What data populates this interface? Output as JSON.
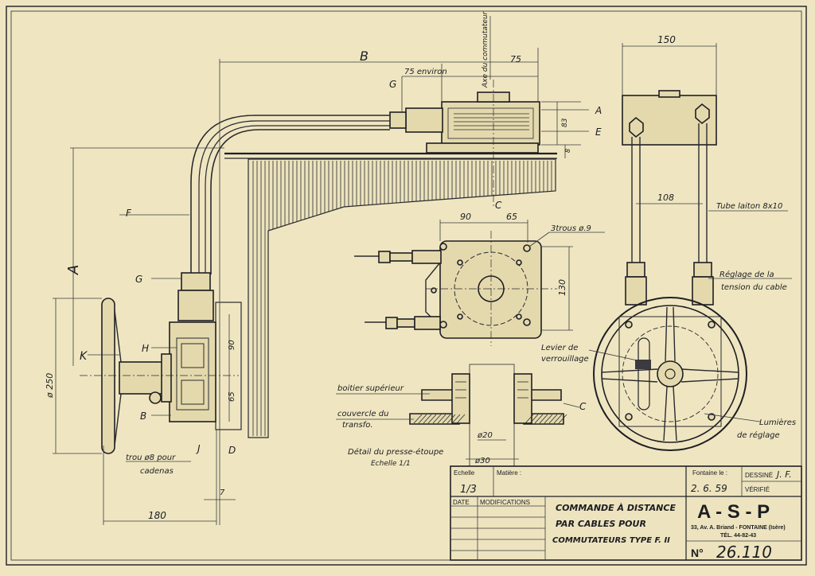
{
  "colors": {
    "paper": "#efe6c1",
    "ink": "#1f1f24",
    "frame": "#2a2a30"
  },
  "labels": {
    "B": "B",
    "axe_commutateur": "Axe du commutateur",
    "environ": "75 environ",
    "G_top": "G",
    "A_right": "A",
    "E_right": "E",
    "C_top": "C",
    "F": "F",
    "A_left": "A",
    "G_left": "G",
    "K": "K",
    "H": "H",
    "B_low": "B",
    "J": "J",
    "D": "D",
    "trous_cable": "3trous ø.9",
    "tube_laiton": "Tube laiton 8x10",
    "reglage_1": "Réglage de la",
    "reglage_2": "tension du cable",
    "levier_1": "Levier de",
    "levier_2": "verrouillage",
    "lumieres_1": "Lumières",
    "lumieres_2": "de réglage",
    "boitier": "boitier supérieur",
    "couvercle_1": "couvercle du",
    "couvercle_2": "transfo.",
    "detail": "Détail du presse-étoupe",
    "echelle_detail": "Echelle 1/1",
    "C_right": "C",
    "trou_1": "trou ø8 pour",
    "trou_2": "cadenas"
  },
  "dimensions": {
    "d75": "75",
    "d83": "83",
    "d8": "8",
    "d150": "150",
    "d108": "108",
    "d90_plan": "90",
    "d65_plan": "65",
    "d130": "130",
    "d250": "ø 250",
    "d90_side": "90",
    "d65_side": "65",
    "d7": "7",
    "d180": "180",
    "d20": "ø20",
    "d30": "ø30"
  },
  "title_block": {
    "echelle_label": "Echelle",
    "echelle_value": "1/3",
    "matiere_label": "Matière :",
    "fontaine_label": "Fontaine le :",
    "date_value": "2. 6. 59",
    "dessine_label": "DESSINÉ",
    "dessine_value": "J. F.",
    "verifie_label": "VÉRIFIÉ",
    "date_col": "DATE",
    "modifications_col": "MODIFICATIONS",
    "title_line1": "COMMANDE À DISTANCE",
    "title_line2": "PAR CABLES POUR",
    "title_line3": "COMMUTATEURS TYPE F. II",
    "company": "A - S - P",
    "address": "33, Av. A. Briand - FONTAINE (Isère)",
    "tel": "TÉL. 44-82-43",
    "no_label": "N°",
    "number": "26.110"
  }
}
